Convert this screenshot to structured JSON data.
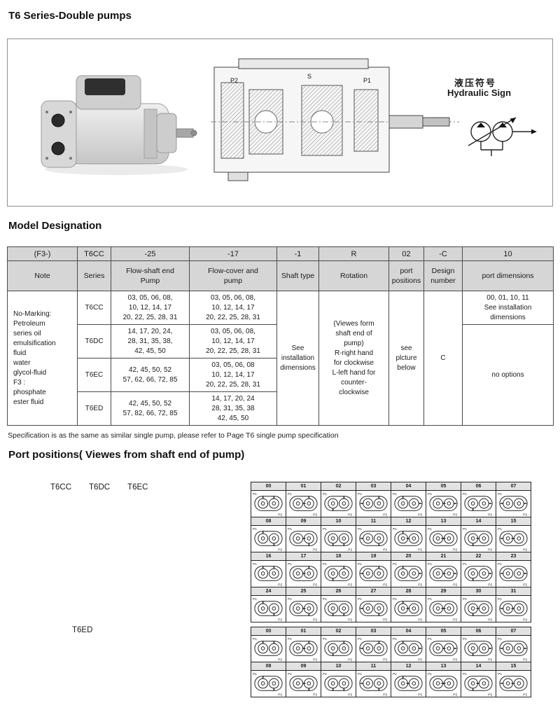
{
  "page": {
    "title": "T6 Series-Double pumps",
    "model_designation_title": "Model Designation",
    "port_positions_title": "Port positions( Viewes from shaft end of pump)",
    "footnote": "Specification is as the same as similar single pump, please refer to Page T6 single pump specification"
  },
  "figure": {
    "section_labels": {
      "p2": "P2",
      "s": "S",
      "p1": "P1"
    },
    "hydraulic_sign": {
      "cn": "液压符号",
      "en": "Hydraulic Sign"
    }
  },
  "model_table": {
    "code_row": [
      "(F3-)",
      "T6CC",
      "-25",
      "-17",
      "-1",
      "R",
      "02",
      "-C",
      "10"
    ],
    "label_row": [
      "Note",
      "Series",
      "Flow-shaft end\nPump",
      "Flow-cover and\npump",
      "Shaft type",
      "Rotation",
      "port\npositions",
      "Design\nnumber",
      "port dimensions"
    ],
    "note": "No-Marking:\nPetroleum\nseries oil\nemulsification\nfluid\nwater\nglycol-fluid\nF3 :\nphosphate\nester fluid",
    "series_rows": [
      {
        "series": "T6CC",
        "shaft_flow": "03, 05, 06, 08,\n10, 12, 14, 17\n20, 22, 25, 28, 31",
        "cover_flow": "03, 05, 06, 08,\n10, 12, 14, 17\n20, 22, 25, 28, 31"
      },
      {
        "series": "T6DC",
        "shaft_flow": "14, 17, 20, 24,\n28, 31, 35, 38,\n42, 45, 50",
        "cover_flow": "03, 05, 06, 08,\n10, 12, 14, 17\n20, 22, 25, 28, 31"
      },
      {
        "series": "T6EC",
        "shaft_flow": "42, 45, 50, 52\n57, 62, 66, 72, 85",
        "cover_flow": "03, 05, 06, 08\n10, 12, 14, 17\n20, 22, 25, 28, 31"
      },
      {
        "series": "T6ED",
        "shaft_flow": "42, 45, 50, 52\n57, 82, 66, 72, 85",
        "cover_flow": "14, 17, 20, 24\n28, 31, 35, 38\n42, 45, 50"
      }
    ],
    "shaft_type": "See\ninstallation\ndimensions",
    "rotation": "(Viewes form\nshaft end of\npump)\nR-right hand\nfor clockwise\nL-left hand for\ncounter-\nclockwise",
    "port_positions": "see\nplcture\nbelow",
    "design_number": "C",
    "port_dimensions_top": "00, 01, 10, 11\nSee installation\ndimensions",
    "port_dimensions_rest": "no options"
  },
  "port_section": {
    "series_labels": [
      "T6CC",
      "T6DC",
      "T6EC"
    ],
    "t6ed_label": "T6ED",
    "cell_port_labels": [
      "P1",
      "P2"
    ],
    "grid1_numbers": [
      "00",
      "01",
      "02",
      "03",
      "04",
      "05",
      "06",
      "07",
      "08",
      "09",
      "10",
      "11",
      "12",
      "13",
      "14",
      "15",
      "16",
      "17",
      "18",
      "19",
      "20",
      "21",
      "22",
      "23",
      "24",
      "25",
      "26",
      "27",
      "28",
      "29",
      "30",
      "31"
    ],
    "grid2_numbers": [
      "00",
      "01",
      "02",
      "03",
      "04",
      "05",
      "06",
      "07",
      "08",
      "09",
      "10",
      "11",
      "12",
      "13",
      "14",
      "15"
    ]
  }
}
